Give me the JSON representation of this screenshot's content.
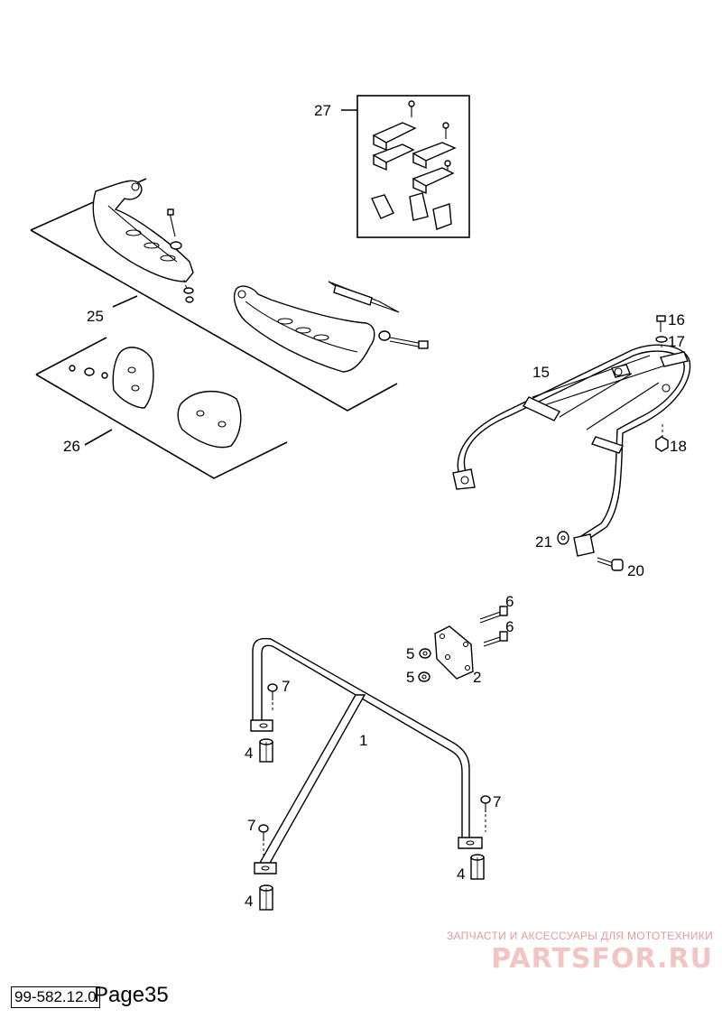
{
  "callouts": {
    "c1": "1",
    "c2": "2",
    "c4a": "4",
    "c4b": "4",
    "c4c": "4",
    "c5a": "5",
    "c5b": "5",
    "c6a": "6",
    "c6b": "6",
    "c7a": "7",
    "c7b": "7",
    "c7c": "7",
    "c15": "15",
    "c16": "16",
    "c17": "17",
    "c18": "18",
    "c20": "20",
    "c21": "21",
    "c25": "25",
    "c26": "26",
    "c27": "27"
  },
  "footer": {
    "doc_number": "99-582.12.0",
    "page_label": "Page35"
  },
  "watermark": {
    "subtitle": "ЗАПЧАСТИ И АКСЕССУАРЫ ДЛЯ МОТОТЕХНИКИ",
    "logo": "PARTSFOR.RU"
  }
}
